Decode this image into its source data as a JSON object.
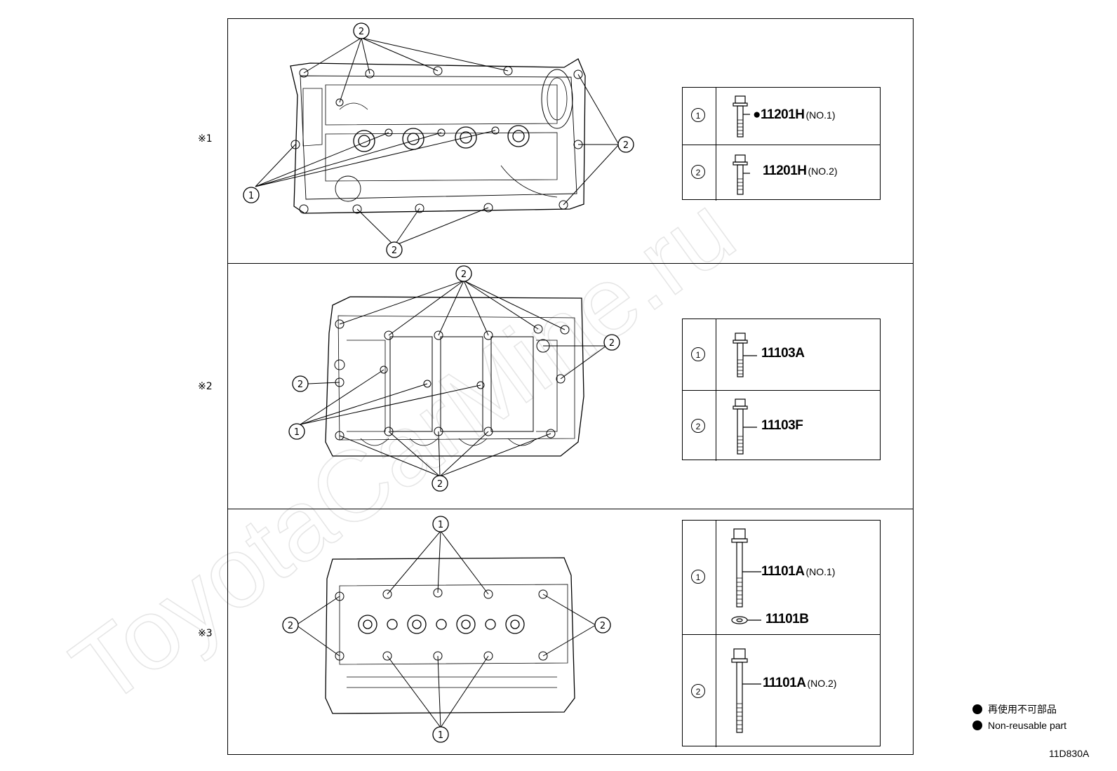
{
  "watermark": "ToyotaCarMine.ru",
  "rows": [
    {
      "label": "※1",
      "parts": [
        {
          "num": "1",
          "mark": "●",
          "number": "11201H",
          "note": "(NO.1)"
        },
        {
          "num": "2",
          "mark": "",
          "number": "11201H",
          "note": "(NO.2)"
        }
      ]
    },
    {
      "label": "※2",
      "parts": [
        {
          "num": "1",
          "mark": "",
          "number": "11103A",
          "note": ""
        },
        {
          "num": "2",
          "mark": "",
          "number": "11103F",
          "note": ""
        }
      ]
    },
    {
      "label": "※3",
      "parts": [
        {
          "num": "1",
          "mark": "",
          "number": "11101A",
          "note": "(NO.1)",
          "extra": "11101B"
        },
        {
          "num": "2",
          "mark": "",
          "number": "11101A",
          "note": "(NO.2)"
        }
      ]
    }
  ],
  "callouts": {
    "one": "1",
    "two": "2"
  },
  "legend": {
    "jp": "再使用不可部品",
    "en": "Non-reusable part"
  },
  "reference": "11D830A"
}
